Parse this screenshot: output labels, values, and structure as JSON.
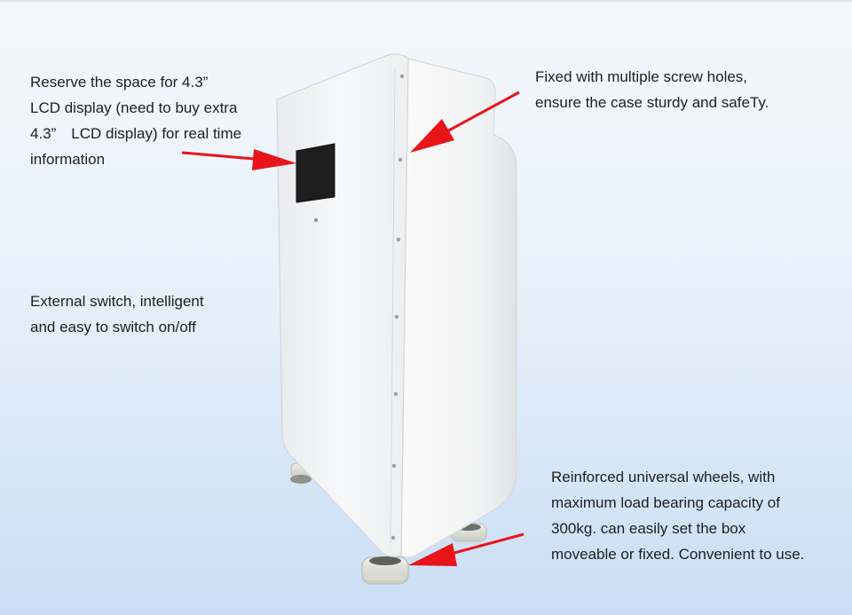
{
  "captions": {
    "lcd": {
      "lines": [
        "Reserve the space for 4.3”",
        "LCD display (need to buy extra",
        "4.3”　LCD display) for real time",
        "information"
      ]
    },
    "switch": {
      "lines": [
        "External switch, intelligent",
        "and easy to switch on/off"
      ]
    },
    "screws": {
      "lines": [
        "Fixed with multiple screw holes,",
        "ensure the case sturdy and safeTy."
      ]
    },
    "wheels": {
      "lines": [
        "Reinforced universal wheels, with",
        "maximum load bearing capacity of",
        "300kg. can easily set the box",
        "moveable or fixed. Convenient to use."
      ]
    }
  },
  "colors": {
    "arrow": "#e8141a",
    "cabinet": "#f4f5f6",
    "display_window": "#1e1e1e",
    "background_top": "#f4f8fc",
    "background_bottom": "#c9def4"
  }
}
